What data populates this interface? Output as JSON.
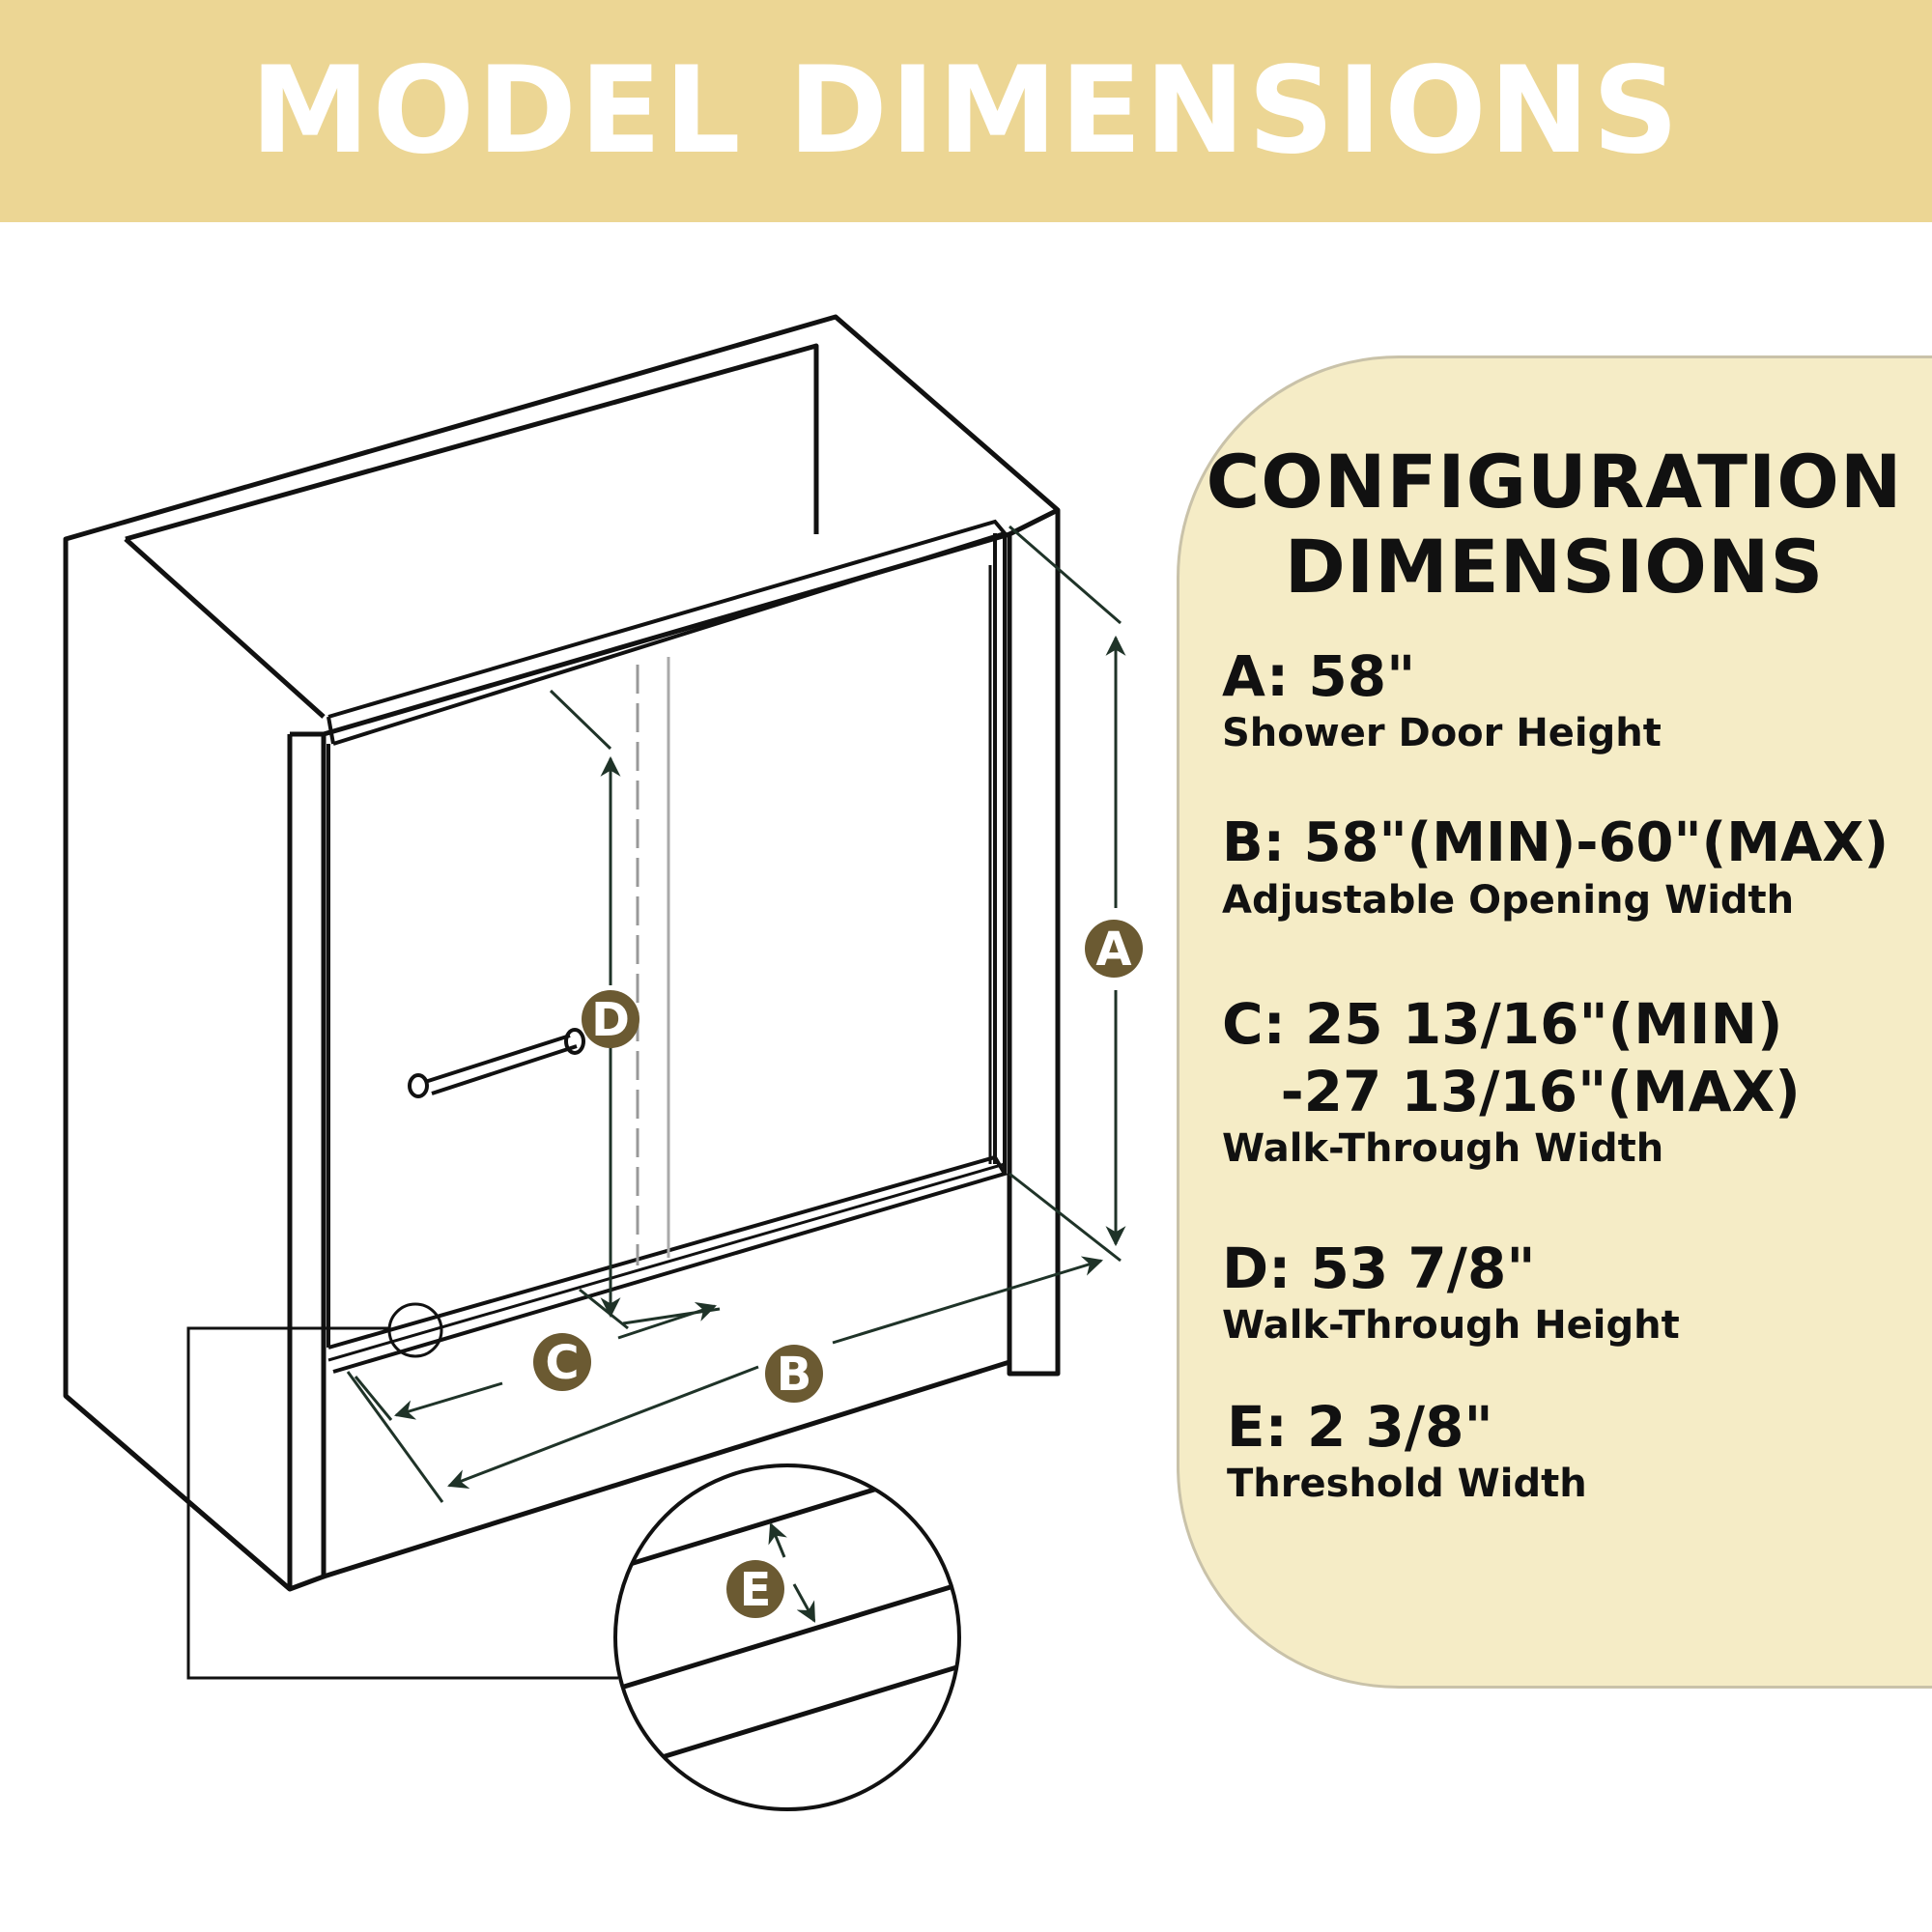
{
  "header": {
    "title": "MODEL DIMENSIONS"
  },
  "panel": {
    "title_line1": "CONFIGURATION",
    "title_line2": "DIMENSIONS"
  },
  "specs": [
    {
      "value": "A: 58\"",
      "desc": "Shower Door Height"
    },
    {
      "value": "B: 58\"(MIN)-60\"(MAX)",
      "desc": "Adjustable Opening Width"
    },
    {
      "value": "C: 25 13/16\"(MIN)",
      "value2": "   -27 13/16\"(MAX)",
      "desc": "Walk-Through Width"
    },
    {
      "value": "D: 53 7/8\"",
      "desc": "Walk-Through Height"
    },
    {
      "value": "E: 2 3/8\"",
      "desc": "Threshold Width"
    }
  ],
  "labels": {
    "A": "A",
    "B": "B",
    "C": "C",
    "D": "D",
    "E": "E"
  },
  "colors": {
    "banner": "#ecd694",
    "panel": "#f5ecc6",
    "badge": "#6b5a32",
    "arrow": "#1f3328",
    "line": "#111111"
  }
}
